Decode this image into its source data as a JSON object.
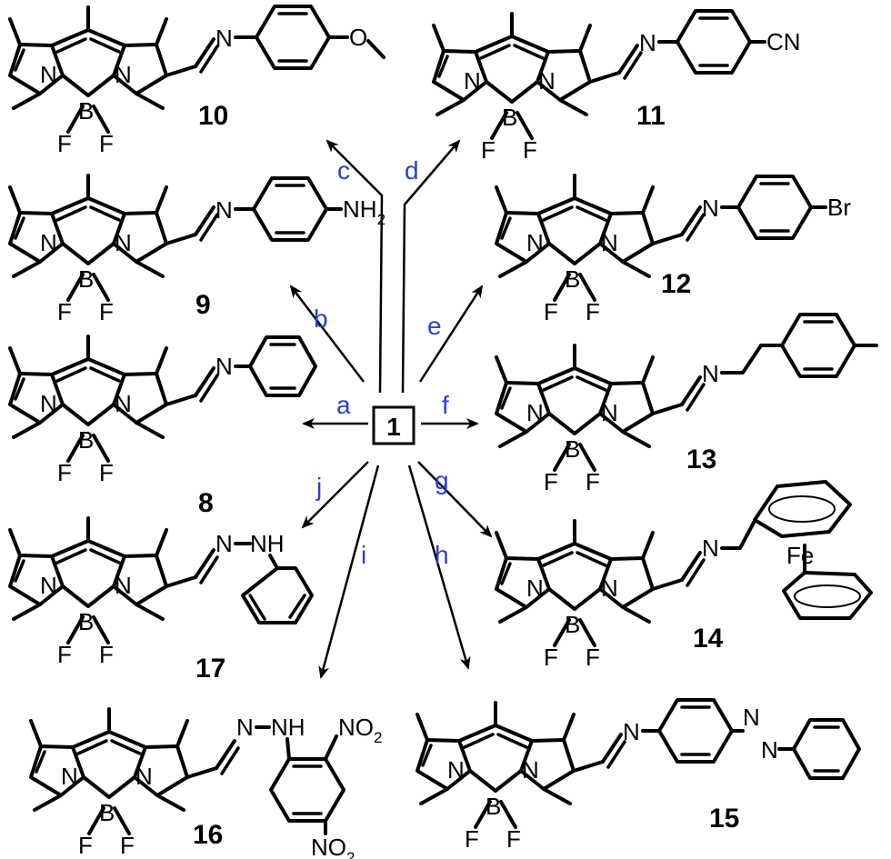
{
  "center": {
    "label": "1"
  },
  "reactions": [
    {
      "id": "a",
      "label": "a",
      "product": "8"
    },
    {
      "id": "b",
      "label": "b",
      "product": "9"
    },
    {
      "id": "c",
      "label": "c",
      "product": "10"
    },
    {
      "id": "d",
      "label": "d",
      "product": "11"
    },
    {
      "id": "e",
      "label": "e",
      "product": "12"
    },
    {
      "id": "f",
      "label": "f",
      "product": "13"
    },
    {
      "id": "g",
      "label": "g",
      "product": "14"
    },
    {
      "id": "h",
      "label": "h",
      "product": "15"
    },
    {
      "id": "i",
      "label": "i",
      "product": "16"
    },
    {
      "id": "j",
      "label": "j",
      "product": "17"
    }
  ],
  "atoms": {
    "N": "N",
    "B": "B",
    "F": "F",
    "Fe": "Fe",
    "O": "O",
    "CN": "CN",
    "Br": "Br",
    "NH": "NH",
    "NH2_main": "NH",
    "NH2_sub": "2",
    "NO2_main": "NO",
    "NO2_sub": "2"
  },
  "colors": {
    "reaction_label": "#2b3fd0",
    "structure": "#000000"
  }
}
